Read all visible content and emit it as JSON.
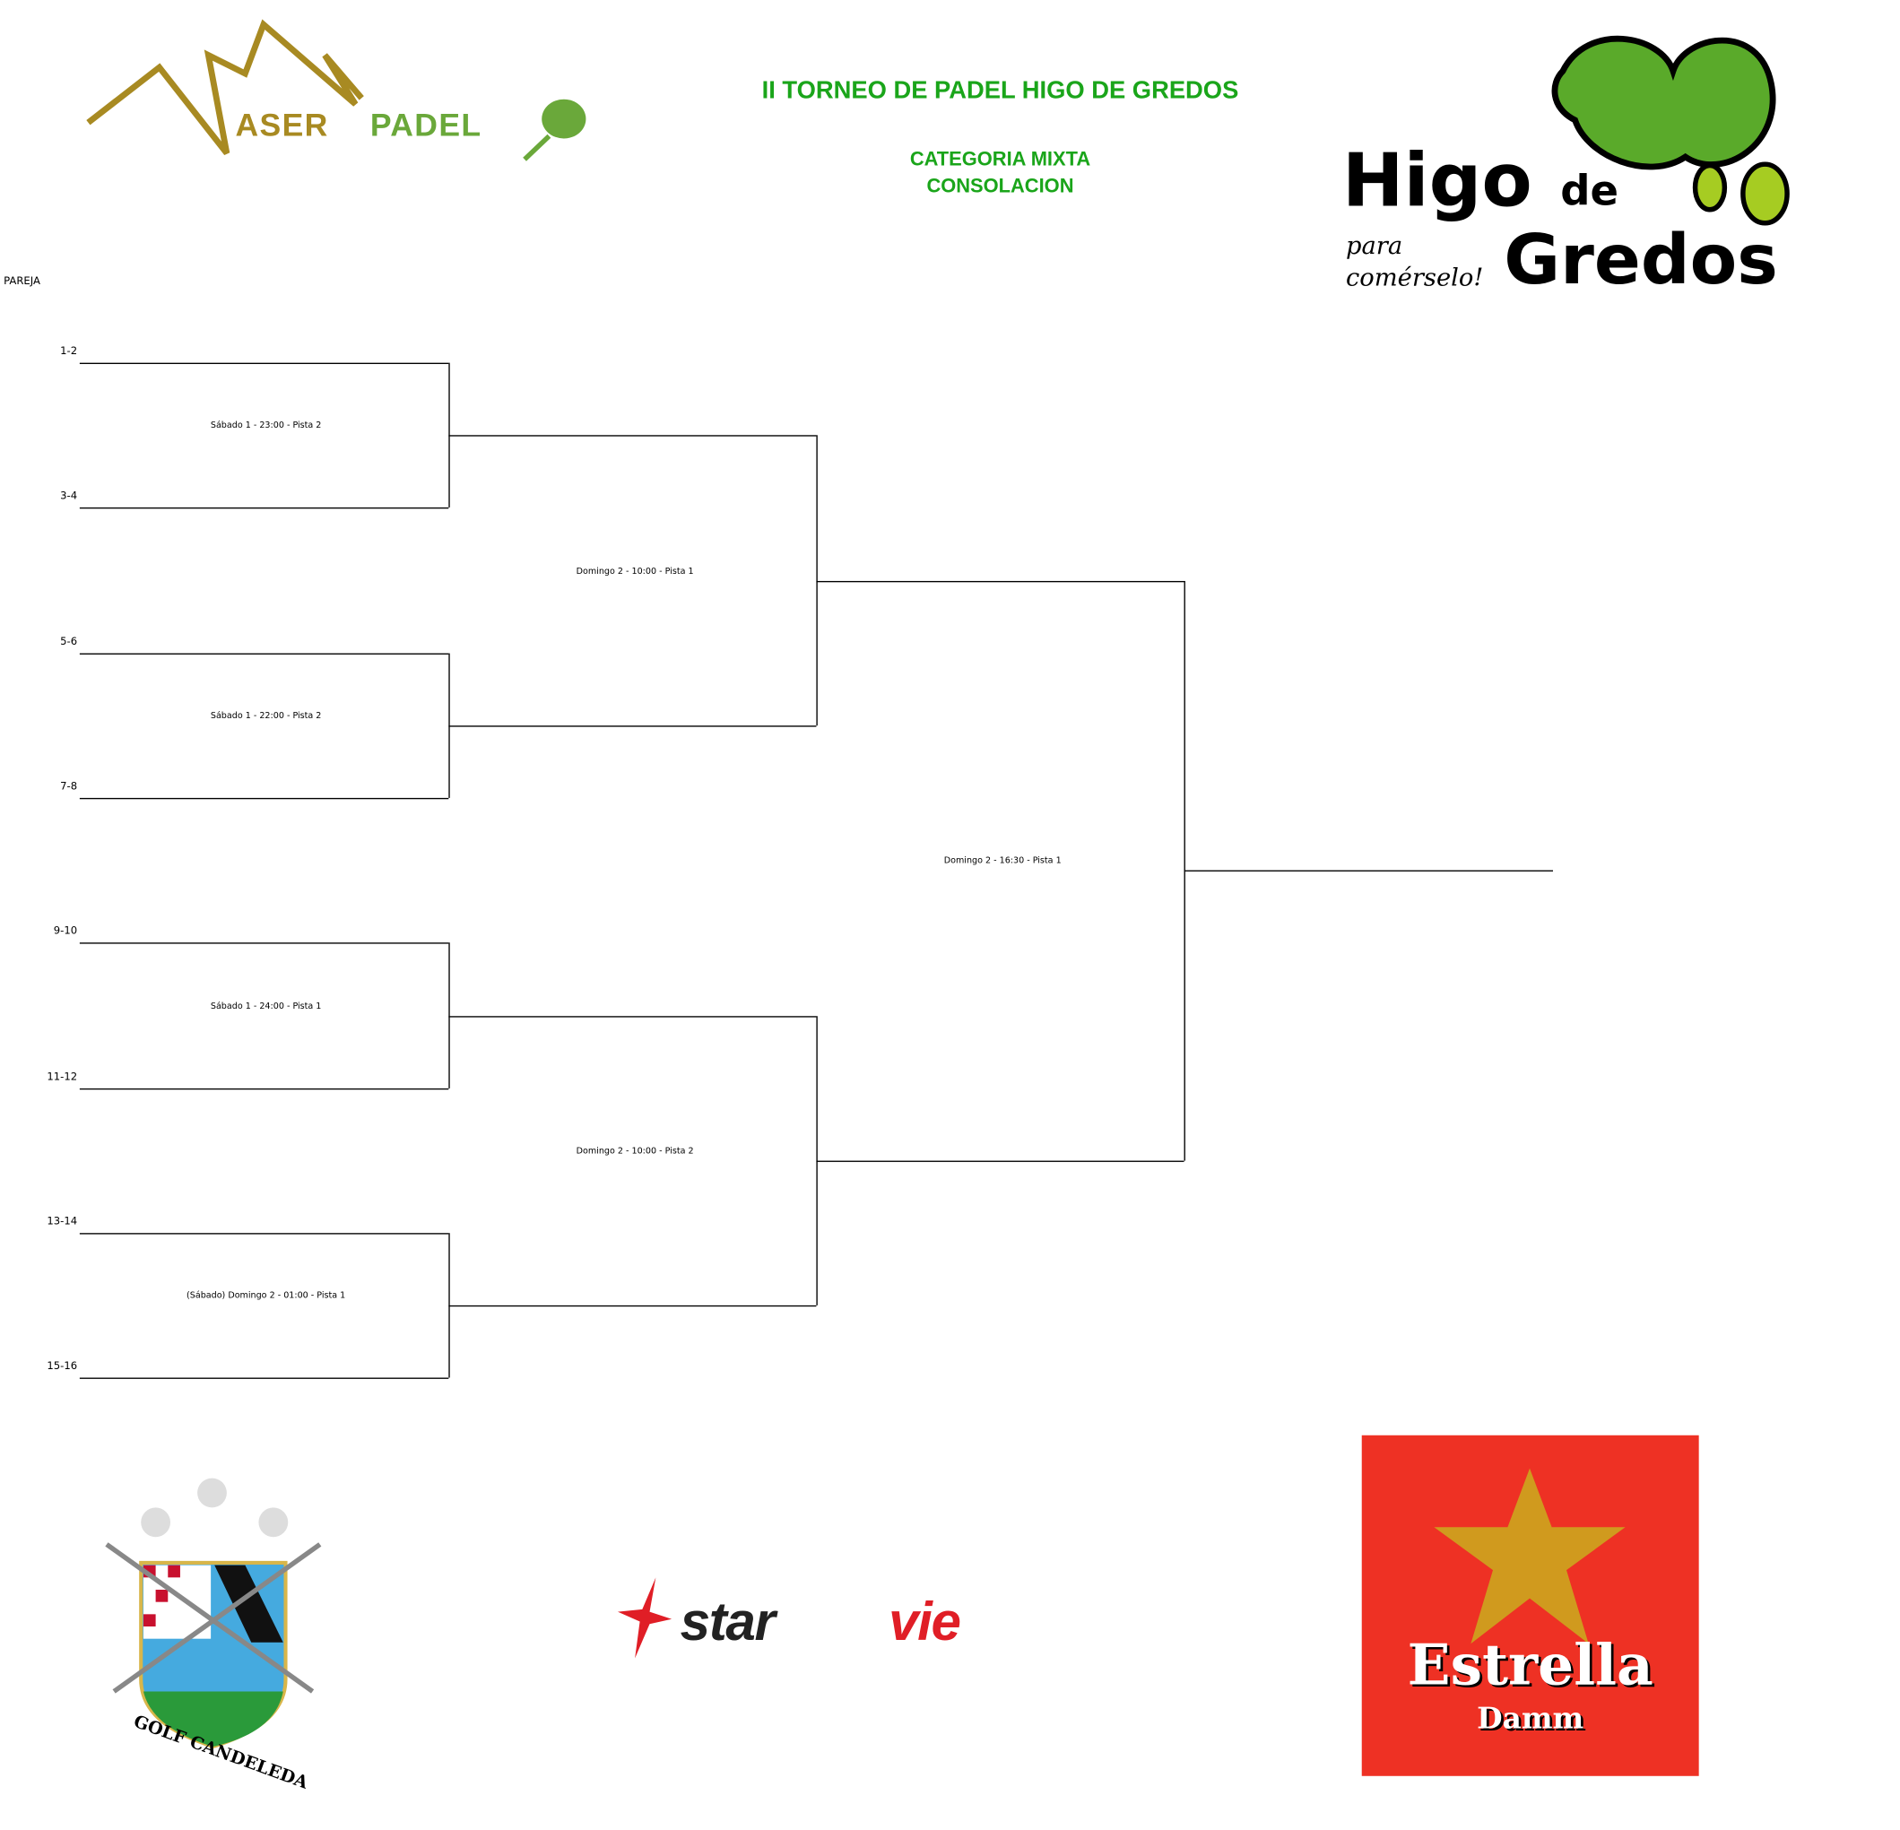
{
  "header": {
    "title": "II TORNEO DE PADEL HIGO DE GREDOS",
    "category": "CATEGORIA MIXTA",
    "draw": "CONSOLACION",
    "title_color": "#1aa51a"
  },
  "logos": {
    "aserpadel": {
      "text_aser": "ASER",
      "text_padel": "PADEL"
    },
    "higo": {
      "line1": "Higo",
      "line2": "de",
      "line3": "Gredos",
      "tag1": "para",
      "tag2": "comérselo!"
    },
    "golf": {
      "text": "GOLF CANDELEDA"
    },
    "starvie": {
      "text_star": "star",
      "text_vie": "vie"
    },
    "estrella": {
      "text1": "Estrella",
      "text2": "Damm",
      "bg": "#ee3124",
      "star": "#d09a1e"
    }
  },
  "bracket": {
    "column_label": "PAREJA",
    "seeds": [
      "1-2",
      "3-4",
      "5-6",
      "7-8",
      "9-10",
      "11-12",
      "13-14",
      "15-16"
    ],
    "round1": [
      "Sábado 1 - 23:00 - Pista 2",
      "Sábado 1 - 22:00 - Pista 2",
      "Sábado 1 - 24:00 - Pista 1",
      "(Sábado) Domingo 2 - 01:00 - Pista 1"
    ],
    "round2": [
      "Domingo 2 - 10:00 - Pista 1",
      "Domingo 2 - 10:00 - Pista 2"
    ],
    "final": [
      "Domingo 2 - 16:30 - Pista 1"
    ]
  }
}
